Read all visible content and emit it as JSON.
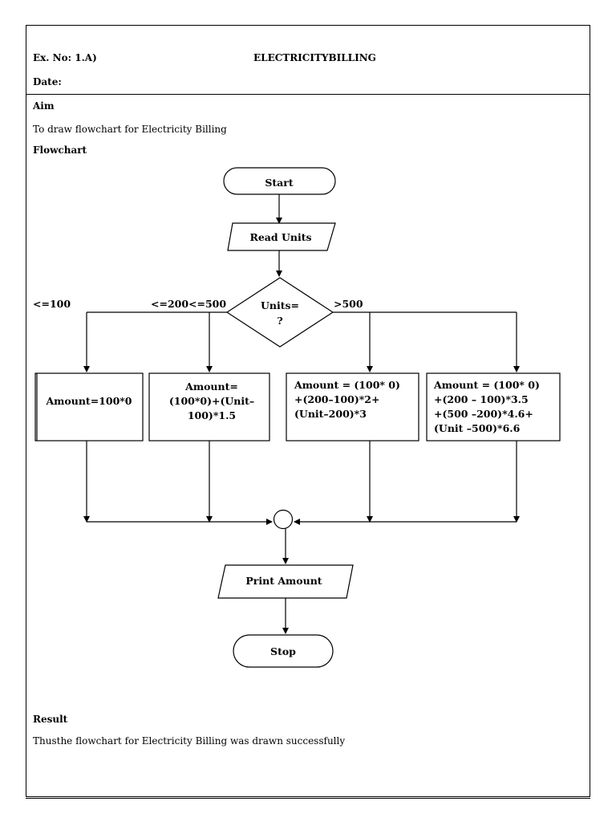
{
  "header": {
    "ex_no": "Ex. No:  1.A)",
    "title": "ELECTRICITYBILLING",
    "date": "Date:"
  },
  "aim": {
    "heading": "Aim",
    "text": "To draw flowchart for Electricity Billing"
  },
  "flowchart": {
    "heading": "Flowchart",
    "start": "Start",
    "read_units": "Read Units",
    "decision": [
      "Units=",
      "?"
    ],
    "branch_labels": {
      "lte100": "<=100",
      "lte200_lte500": "<=200<=500",
      "gt500": ">500"
    },
    "boxes": {
      "box1": [
        "Amount=100*0"
      ],
      "box2": [
        "Amount=",
        "(100*0)+(Unit–",
        "100)*1.5"
      ],
      "box3": [
        "Amount = (100* 0)",
        "+(200–100)*2+",
        "(Unit–200)*3"
      ],
      "box4": [
        "Amount = (100* 0)",
        "+(200 – 100)*3.5",
        "+(500 –200)*4.6+",
        "(Unit –500)*6.6"
      ]
    },
    "print_amount": "Print Amount",
    "stop": "Stop"
  },
  "result": {
    "heading": "Result",
    "text": "Thusthe flowchart for Electricity Billing was drawn successfully"
  }
}
